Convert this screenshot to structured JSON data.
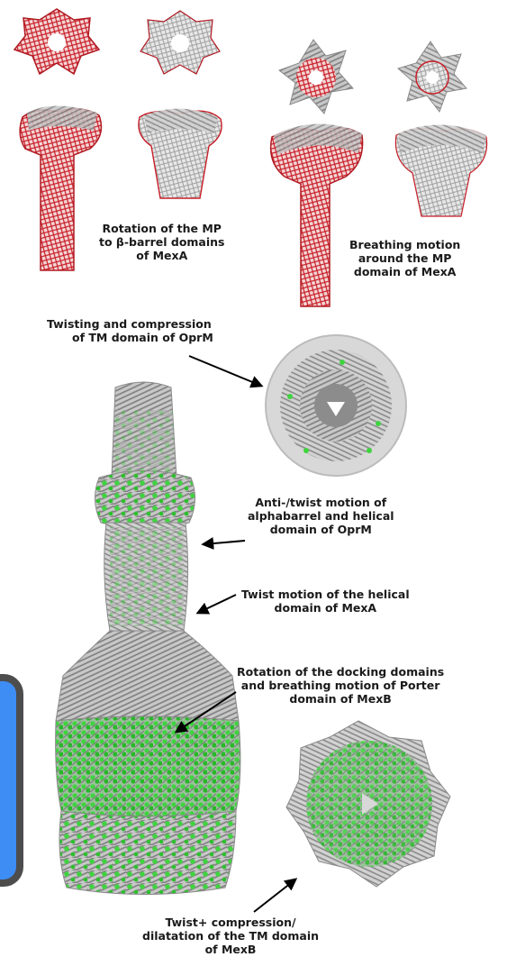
{
  "labels": {
    "rotation_mp": [
      "Rotation of the MP",
      "to β-barrel domains",
      "of MexA"
    ],
    "breathing_mp": [
      "Breathing motion",
      "around the MP",
      "domain of MexA"
    ],
    "twisting_tm_oprm": [
      "Twisting and compression",
      "of TM domain of OprM"
    ],
    "anti_twist_oprm": [
      "Anti-/twist motion of",
      "alphabarrel and helical",
      "domain of OprM"
    ],
    "twist_helical_mexa": [
      "Twist motion of the helical",
      "domain of MexA"
    ],
    "rotation_docking": [
      "Rotation of the docking domains",
      "and breathing motion of Porter",
      "domain of MexB"
    ],
    "twist_compression_mexb": [
      "Twist+ compression/",
      "dilatation of the TM domain",
      "of MexB"
    ]
  },
  "colors": {
    "mexa_red": "#c81e28",
    "ribbon_gray": "#9a9a9a",
    "ribbon_light": "#d8d8d8",
    "atom_green": "#3fd43f",
    "side_tab_blue": "#3d8df5"
  }
}
